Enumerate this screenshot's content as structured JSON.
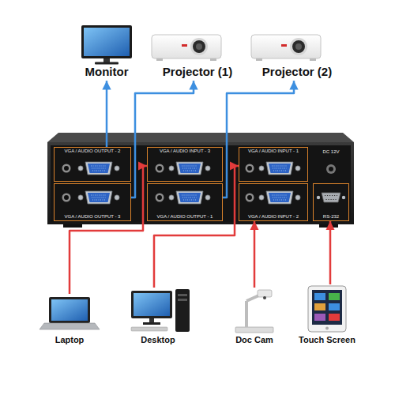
{
  "diagram": {
    "nodes": [
      {
        "text": [
          "Monitor"
        ]
      },
      {
        "text": [
          "Projector (1)"
        ]
      },
      {
        "text": [
          "Projector (2)"
        ]
      },
      {
        "text": [
          "VGA / AUDIO OUTPUT - 2"
        ]
      },
      {
        "text": [
          "VGA / AUDIO INPUT - 3"
        ]
      },
      {
        "text": [
          "VGA / AUDIO INPUT - 1"
        ]
      },
      {
        "text": [
          "VGA / AUDIO OUTPUT - 3"
        ]
      },
      {
        "text": [
          "VGA / AUDIO OUTPUT - 1"
        ]
      },
      {
        "text": [
          "VGA / AUDIO INPUT - 2"
        ]
      },
      {
        "text": [
          "RS-232"
        ]
      },
      {
        "text": [
          "Laptop"
        ]
      },
      {
        "text": [
          "Desktop"
        ]
      },
      {
        "text": [
          "Doc Cam"
        ]
      },
      {
        "text": [
          "Touch Screen"
        ]
      }
    ],
    "edges": [
      {
        "from": 3,
        "to": 0,
        "arrow": "to"
      },
      {
        "from": 6,
        "to": 1,
        "arrow": "to"
      },
      {
        "from": 7,
        "to": 2,
        "arrow": "to"
      },
      {
        "from": 10,
        "to": 4,
        "arrow": "to"
      },
      {
        "from": 11,
        "to": 5,
        "arrow": "to"
      },
      {
        "from": 12,
        "to": 8,
        "arrow": "to"
      },
      {
        "from": 13,
        "to": 9,
        "arrow": "to"
      }
    ],
    "labels": [
      "DC 12V"
    ]
  }
}
